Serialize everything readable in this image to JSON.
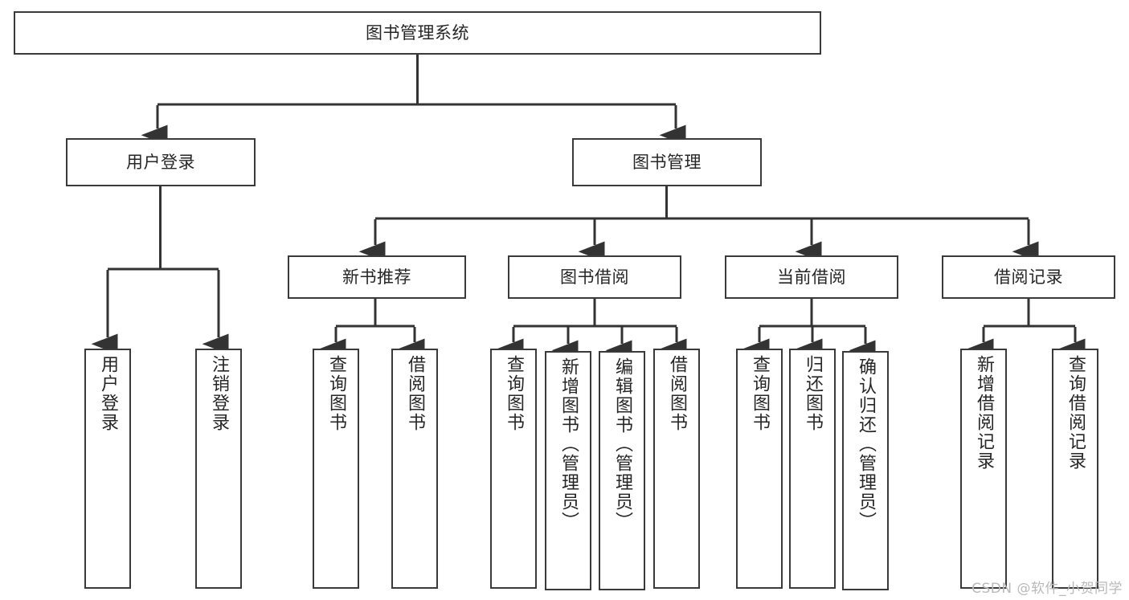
{
  "diagram": {
    "type": "tree",
    "title": "图书管理系统",
    "root": {
      "label": "图书管理系统"
    },
    "level1": [
      {
        "label": "用户登录"
      },
      {
        "label": "图书管理"
      }
    ],
    "level2": [
      {
        "label": "新书推荐"
      },
      {
        "label": "图书借阅"
      },
      {
        "label": "当前借阅"
      },
      {
        "label": "借阅记录"
      }
    ],
    "leaves": {
      "user_login": [
        {
          "label": "用户登录"
        },
        {
          "label": "注销登录"
        }
      ],
      "new_book_recommend": [
        {
          "label": "查询图书"
        },
        {
          "label": "借阅图书"
        }
      ],
      "book_borrow": [
        {
          "label": "查询图书"
        },
        {
          "label": "新增图书（管理员）"
        },
        {
          "label": "编辑图书（管理员）"
        },
        {
          "label": "借阅图书"
        }
      ],
      "current_borrow": [
        {
          "label": "查询图书"
        },
        {
          "label": "归还图书"
        },
        {
          "label": "确认归还（管理员）"
        }
      ],
      "borrow_records": [
        {
          "label": "新增借阅记录"
        },
        {
          "label": "查询借阅记录"
        }
      ]
    }
  },
  "watermark": {
    "text": "CSDN @软件_小贺同学"
  },
  "colors": {
    "border": "#3a3a3a",
    "text": "#262626",
    "background": "#ffffff",
    "wire": "#333333",
    "watermark": "#b9b9b9"
  }
}
